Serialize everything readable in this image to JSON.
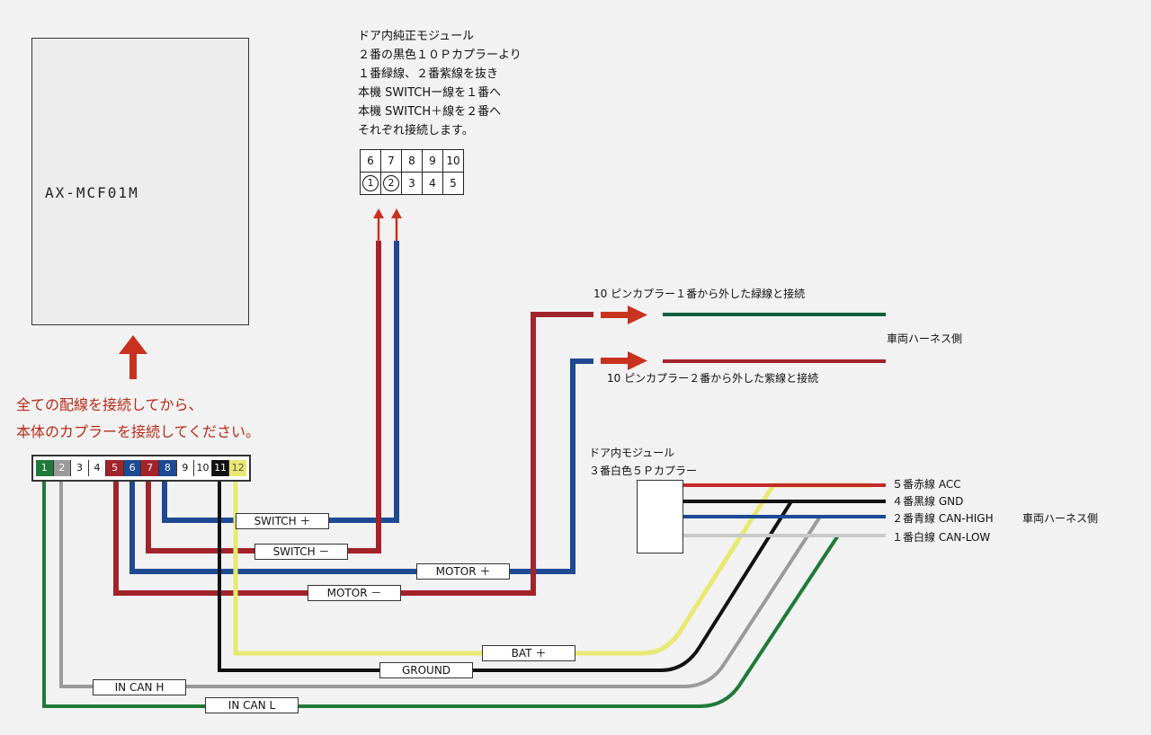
{
  "module": {
    "label": "AX-MCF01M"
  },
  "door_module_note": {
    "lines": [
      "ドア内純正モジュール",
      "２番の黒色１０Ｐカプラーより",
      "１番緑線、２番紫線を抜き",
      "本機 SWITCHー線を１番へ",
      "本機 SWITCH＋線を２番へ",
      "それぞれ接続します。"
    ]
  },
  "ten_pin": {
    "top_row": [
      "6",
      "7",
      "8",
      "9",
      "10"
    ],
    "bottom_row": [
      "1",
      "2",
      "3",
      "4",
      "5"
    ],
    "circled": [
      "1",
      "2"
    ]
  },
  "instruction": {
    "line1": "全ての配線を接続してから、",
    "line2": "本体のカプラーを接続してください。"
  },
  "connector_12p": {
    "pins": [
      {
        "num": "1",
        "color": "#1f7a3a",
        "text": "#ffffff"
      },
      {
        "num": "2",
        "color": "#9a9a9a",
        "text": "#ffffff"
      },
      {
        "num": "3",
        "color": "#ffffff",
        "text": "#111111"
      },
      {
        "num": "4",
        "color": "#ffffff",
        "text": "#111111"
      },
      {
        "num": "5",
        "color": "#a3232a",
        "text": "#ffffff"
      },
      {
        "num": "6",
        "color": "#1e4a93",
        "text": "#ffffff"
      },
      {
        "num": "7",
        "color": "#a3232a",
        "text": "#ffffff"
      },
      {
        "num": "8",
        "color": "#1e4a93",
        "text": "#ffffff"
      },
      {
        "num": "9",
        "color": "#ffffff",
        "text": "#111111"
      },
      {
        "num": "10",
        "color": "#ffffff",
        "text": "#111111"
      },
      {
        "num": "11",
        "color": "#111111",
        "text": "#ffffff"
      },
      {
        "num": "12",
        "color": "#e8e872",
        "text": "#555555"
      }
    ]
  },
  "harness_notes": {
    "pin1_note": "10 ピンカプラー１番から外した緑線と接続",
    "pin2_note": "10 ピンカプラー２番から外した紫線と接続",
    "vehicle_side_upper": "車両ハーネス側",
    "vehicle_side_lower": "車両ハーネス側"
  },
  "five_p": {
    "line1": "ドア内モジュール",
    "line2": "３番白色５Ｐカプラー",
    "wires": [
      "５番赤線 ACC",
      "４番黒線 GND",
      "２番青線 CAN-HIGH",
      "１番白線 CAN-LOW"
    ]
  },
  "wire_labels": {
    "switch_plus": "SWITCH ＋",
    "switch_minus": "SWITCH －",
    "motor_plus": "MOTOR ＋",
    "motor_minus": "MOTOR －",
    "bat_plus": "BAT ＋",
    "ground": "GROUND",
    "in_can_h": "IN CAN H",
    "in_can_l": "IN CAN L"
  },
  "colors": {
    "red": "#a3232a",
    "blue": "#1e4a93",
    "green": "#1f7a3a",
    "gray": "#9a9a9a",
    "black": "#111111",
    "yellow": "#e8e872",
    "arrow_red": "#c8321f",
    "dark_green": "#0f5f3a",
    "wire_red": "#c42a2a"
  }
}
